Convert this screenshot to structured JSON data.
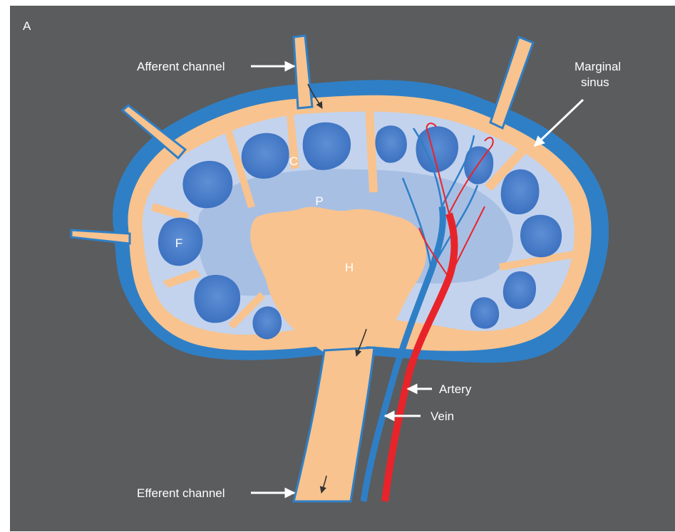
{
  "panel_letter": "A",
  "labels": {
    "afferent": "Afferent channel",
    "efferent": "Efferent channel",
    "marginal_line1": "Marginal",
    "marginal_line2": "sinus",
    "artery": "Artery",
    "vein": "Vein",
    "cortex": "C",
    "paracortex": "P",
    "hilum": "H",
    "follicle": "F"
  },
  "colors": {
    "background": "#5b5c5e",
    "capsule": "#2f7fc6",
    "sinus": "#f8c38e",
    "cortex": "#c3d3ee",
    "paracortex": "#a8bfe4",
    "follicle": "#3f76c4",
    "artery": "#e8242a",
    "vein": "#2f7fc6",
    "arrow": "#ffffff"
  }
}
